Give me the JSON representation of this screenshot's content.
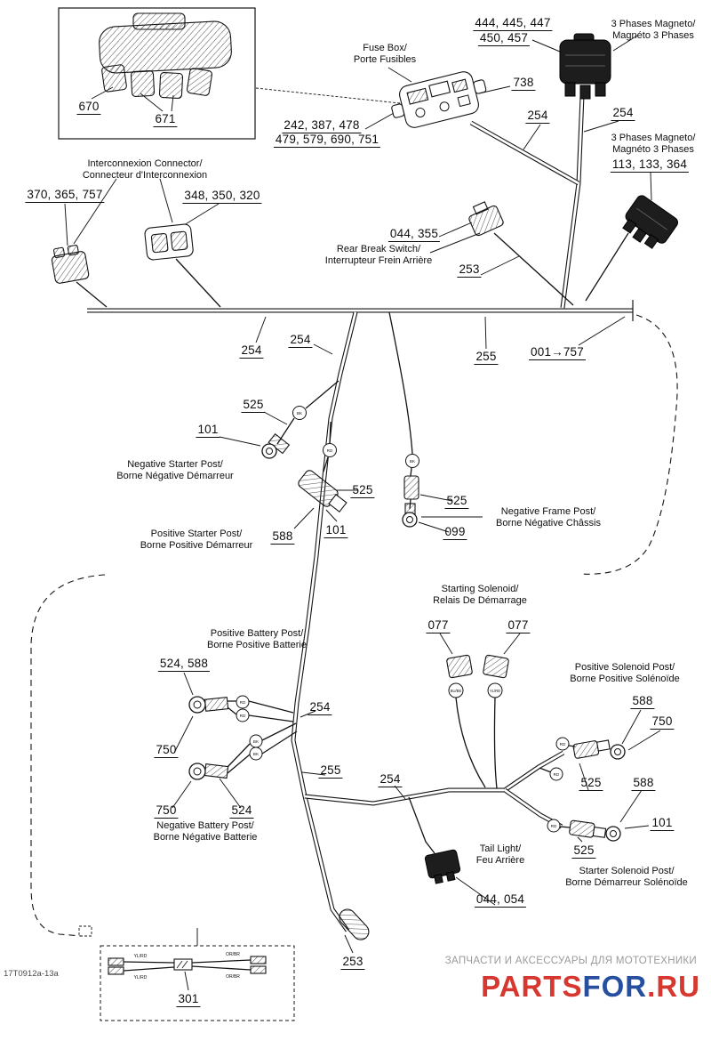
{
  "doc": {
    "id": "17T0912a-13a"
  },
  "watermark": {
    "tagline": "ЗАПЧАСТИ И АКСЕССУАРЫ ДЛЯ МОТОТЕХНИКИ",
    "brand_parts": "PARTS",
    "brand_for": "FOR",
    "brand_ru": ".RU"
  },
  "nums": {
    "n077": "077",
    "n099": "099",
    "n101": "101",
    "n253": "253",
    "n254": "254",
    "n255": "255",
    "n301": "301",
    "n524": "524",
    "n525": "525",
    "n588": "588",
    "n670": "670",
    "n671": "671",
    "n738": "738",
    "n750": "750",
    "g242": "242, 387, 478",
    "g479": "479, 579, 690, 751",
    "g444": "444, 445, 447",
    "g450": "450, 457",
    "g113": "113, 133, 364",
    "g370": "370, 365, 757",
    "g348": "348, 350, 320",
    "g044_355": "044, 355",
    "g044_054": "044, 054",
    "g524_588": "524, 588",
    "g001_757": "001→757"
  },
  "labels": {
    "fuse1": "Fuse Box/",
    "fuse2": "Porte Fusibles",
    "mag1": "3 Phases Magneto/",
    "mag2": "Magnéto 3 Phases",
    "inter1": "Interconnexion Connector/",
    "inter2": "Connecteur d'Interconnexion",
    "brake1": "Rear Break Switch/",
    "brake2": "Interrupteur Frein Arrière",
    "negstarter1": "Negative Starter Post/",
    "negstarter2": "Borne Négative Démarreur",
    "posstarter1": "Positive Starter Post/",
    "posstarter2": "Borne Positive Démarreur",
    "negframe1": "Negative Frame Post/",
    "negframe2": "Borne Négative Châssis",
    "solenoid1": "Starting Solenoid/",
    "solenoid2": "Relais De Démarrage",
    "posbatt1": "Positive Battery Post/",
    "posbatt2": "Borne Positive Batterie",
    "negbatt1": "Negative Battery Post/",
    "negbatt2": "Borne Négative Batterie",
    "possol1": "Positive Solenoid Post/",
    "possol2": "Borne Positive Solénoïde",
    "startsol1": "Starter Solenoid Post/",
    "startsol2": "Borne Démarreur Solénoïde",
    "tail1": "Tail Light/",
    "tail2": "Feu Arrière"
  },
  "tags": {
    "bk": "BK",
    "rd": "RD",
    "bube": "BU/BE",
    "ylrd": "YL/RD",
    "orbr": "OR/BR"
  }
}
